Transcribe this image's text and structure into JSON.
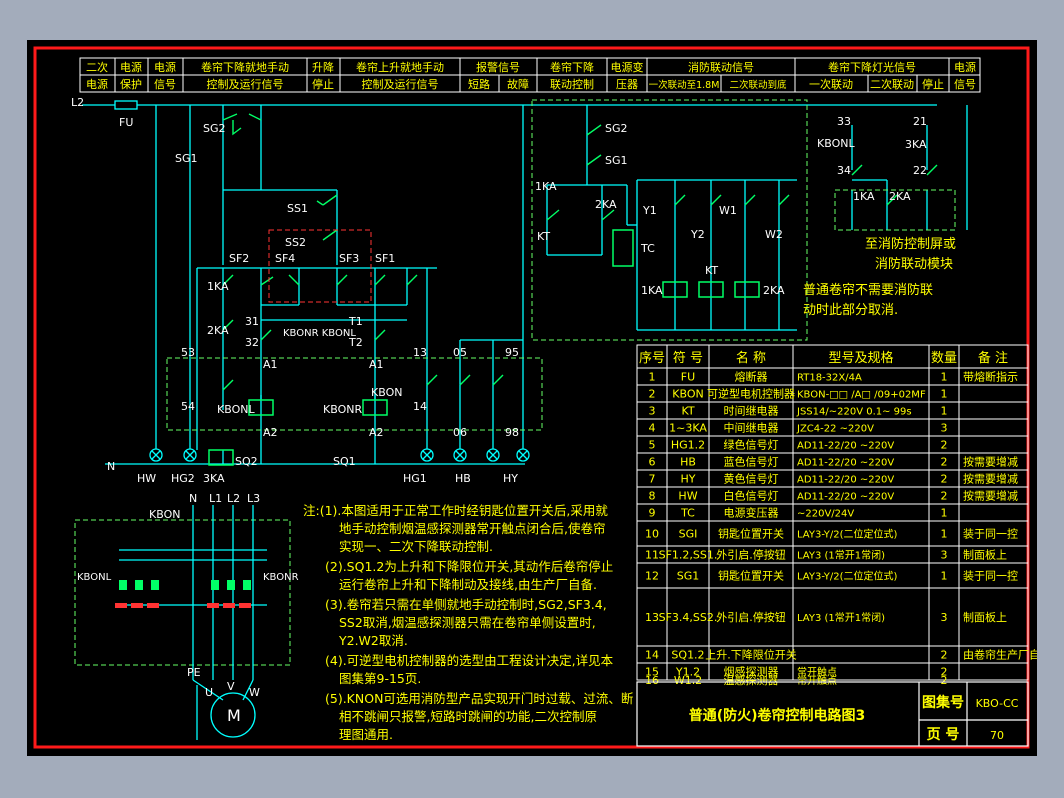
{
  "header": {
    "columns": [
      {
        "line1": "二次",
        "line2": "电源"
      },
      {
        "line1": "电源",
        "line2": "保护"
      },
      {
        "line1": "电源",
        "line2": "信号"
      },
      {
        "line1": "卷帘下降就地手动",
        "line2": "控制及运行信号"
      },
      {
        "line1": "升降",
        "line2": "停止"
      },
      {
        "line1": "卷帘上升就地手动",
        "line2": "控制及运行信号"
      },
      {
        "line1": "报警信号",
        "line2": ""
      },
      {
        "line1": "卷帘下降",
        "line2": "联动控制"
      },
      {
        "line1": "电源变",
        "line2": "压器"
      },
      {
        "line1": "消防联动信号",
        "line2": ""
      },
      {
        "line1": "卷帘下降灯光信号",
        "line2": ""
      },
      {
        "line1": "电源",
        "line2": "信号"
      }
    ],
    "alarm_sub": [
      "短路",
      "故障"
    ],
    "fire_sub": [
      "一次联动至1.8M",
      "二次联动到底"
    ],
    "light_sub": [
      "一次联动",
      "二次联动",
      "停止"
    ]
  },
  "labels": {
    "l2": "L2",
    "fu": "FU",
    "n": "N",
    "sg2": "SG2",
    "sg1": "SG1",
    "ss1": "SS1",
    "ss2": "SS2",
    "sf2": "SF2",
    "sf4": "SF4",
    "sf3": "SF3",
    "sf1": "SF1",
    "ka1": "1KA",
    "ka2": "2KA",
    "n31": "31",
    "n32": "32",
    "t1": "T1",
    "t2": "T2",
    "kbonr_kbonl": "KBONR  KBONL",
    "n53": "53",
    "n54": "54",
    "n13": "13",
    "n14": "14",
    "n05": "05",
    "n06": "06",
    "n95": "95",
    "n98": "98",
    "a1": "A1",
    "a2": "A2",
    "kbon": "KBON",
    "kbonl": "KBONL",
    "kbonr": "KBONR",
    "hw": "HW",
    "hg2": "HG2",
    "ka3": "3KA",
    "sq2": "SQ2",
    "sq1": "SQ1",
    "hg1": "HG1",
    "hb": "HB",
    "hy": "HY",
    "kt": "KT",
    "tc": "TC",
    "y1": "Y1",
    "y2": "Y2",
    "w1": "W1",
    "w2": "W2",
    "kbonl2": "KBONL",
    "n33": "33",
    "n34": "34",
    "n21": "21",
    "n22": "22",
    "to_fire1": "至消防控制屏或",
    "to_fire2": "消防联动模块",
    "normal1": "普通卷帘不需要消防联",
    "normal2": "动时此部分取消.",
    "kbon_m": "KBON",
    "kbonl_m": "KBONL",
    "kbonr_m": "KBONR",
    "n_m": "N",
    "l1_m": "L1",
    "l2_m": "L2",
    "l3_m": "L3",
    "pe": "PE",
    "u": "U",
    "v": "V",
    "w": "W",
    "motor": "M"
  },
  "notes": [
    "注:(1).本图适用于正常工作时经钥匙位置开关后,采用就",
    "地手动控制烟温感探测器常开触点闭合后,使卷帘",
    "实现一、二次下降联动控制.",
    "(2).SQ1.2为上升和下降限位开关,其动作后卷帘停止",
    "运行卷帘上升和下降制动及接线,由生产厂自备.",
    "(3).卷帘若只需在单侧就地手动控制时,SG2,SF3.4,",
    "SS2取消,烟温感探测器只需在卷帘单侧设置时,",
    "Y2.W2取消.",
    "(4).可逆型电机控制器的选型由工程设计决定,详见本",
    "图集第9-15页.",
    "(5).KNON可选用消防型产品实现开门时过载、过流、断",
    "相不跳闸只报警,短路时跳闸的功能,二次控制原",
    "理图通用."
  ],
  "table": {
    "headers": [
      "序号",
      "符 号",
      "名 称",
      "型号及规格",
      "数量",
      "备 注"
    ],
    "rows": [
      [
        "1",
        "FU",
        "熔断器",
        "RT18-32X/4A",
        "1",
        "带熔断指示"
      ],
      [
        "2",
        "KBON",
        "可逆型电机控制器",
        "KBON-□□ /A□ /09+02MF",
        "1",
        ""
      ],
      [
        "3",
        "KT",
        "时间继电器",
        "JSS14/~220V 0.1~ 99s",
        "1",
        ""
      ],
      [
        "4",
        "1~3KA",
        "中间继电器",
        "JZC4-22 ~220V",
        "3",
        ""
      ],
      [
        "5",
        "HG1.2",
        "绿色信号灯",
        "AD11-22/20  ~220V",
        "2",
        ""
      ],
      [
        "6",
        "HB",
        "蓝色信号灯",
        "AD11-22/20  ~220V",
        "2",
        "按需要增减"
      ],
      [
        "7",
        "HY",
        "黄色信号灯",
        "AD11-22/20  ~220V",
        "2",
        "按需要增减"
      ],
      [
        "8",
        "HW",
        "白色信号灯",
        "AD11-22/20  ~220V",
        "2",
        "按需要增减"
      ],
      [
        "9",
        "TC",
        "电源变压器",
        "~220V/24V",
        "1",
        ""
      ],
      [
        "10",
        "SGI",
        "钥匙位置开关",
        "LAY3-Y/2(二位定位式)",
        "1",
        "装于同一控"
      ],
      [
        "11",
        "SF1.2,SS1.",
        "外引启.停按钮",
        "LAY3  (1常开1常闭)",
        "3",
        "制面板上"
      ],
      [
        "12",
        "SG1",
        "钥匙位置开关",
        "LAY3-Y/2(二位定位式)",
        "1",
        "装于同一控"
      ],
      [
        "13",
        "SF3.4,SS2.",
        "外引启.停按钮",
        "LAY3  (1常开1常闭)",
        "3",
        "制面板上"
      ],
      [
        "14",
        "SQ1.2",
        "上升.下降限位开关",
        "",
        "2",
        "由卷帘生产厂自备"
      ],
      [
        "15",
        "Y1.2",
        "烟感探测器",
        "常开触点",
        "2",
        ""
      ],
      [
        "16",
        "W1.2",
        "温感探测器",
        "常开触点",
        "2",
        ""
      ]
    ]
  },
  "title_block": {
    "title": "普通(防火)卷帘控制电路图3",
    "atlas_label": "图集号",
    "atlas_no": "KBO-CC",
    "page_label": "页 号",
    "page_no": "70"
  },
  "colors": {
    "frame": "#ff1a1a",
    "wire": "#00ffff",
    "switch": "#00ff66",
    "text": "#ffff00",
    "dash": "#66ff66"
  }
}
